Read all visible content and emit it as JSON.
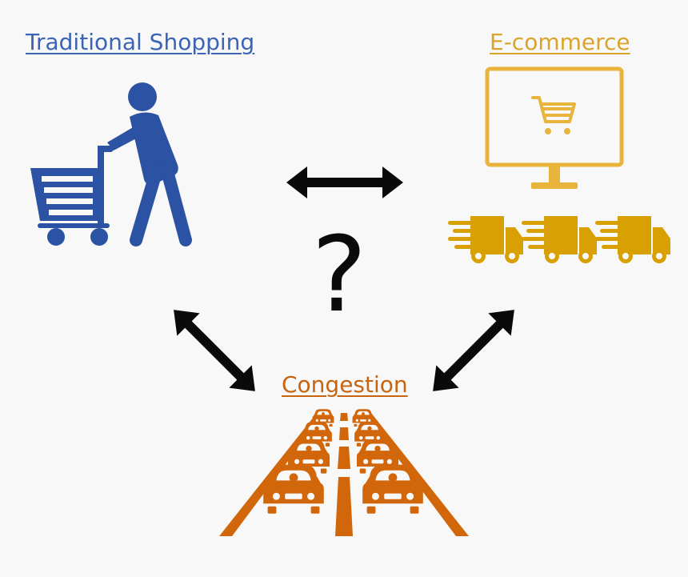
{
  "labels": {
    "traditional": "Traditional Shopping",
    "ecommerce": "E-commerce",
    "congestion": "Congestion",
    "question": "?"
  },
  "colors": {
    "traditional": "#2b52a3",
    "ecommerce": "#e8b43c",
    "ecommerce_dark": "#d9a004",
    "congestion": "#d2660a",
    "arrows": "#0a0a0a",
    "background": "#f8f8f8"
  },
  "icons": {
    "traditional": "person-with-shopping-cart-icon",
    "ecommerce": "monitor-with-cart-icon",
    "delivery": "delivery-truck-icon",
    "congestion": "traffic-jam-road-icon"
  },
  "delivery_trucks": 3
}
